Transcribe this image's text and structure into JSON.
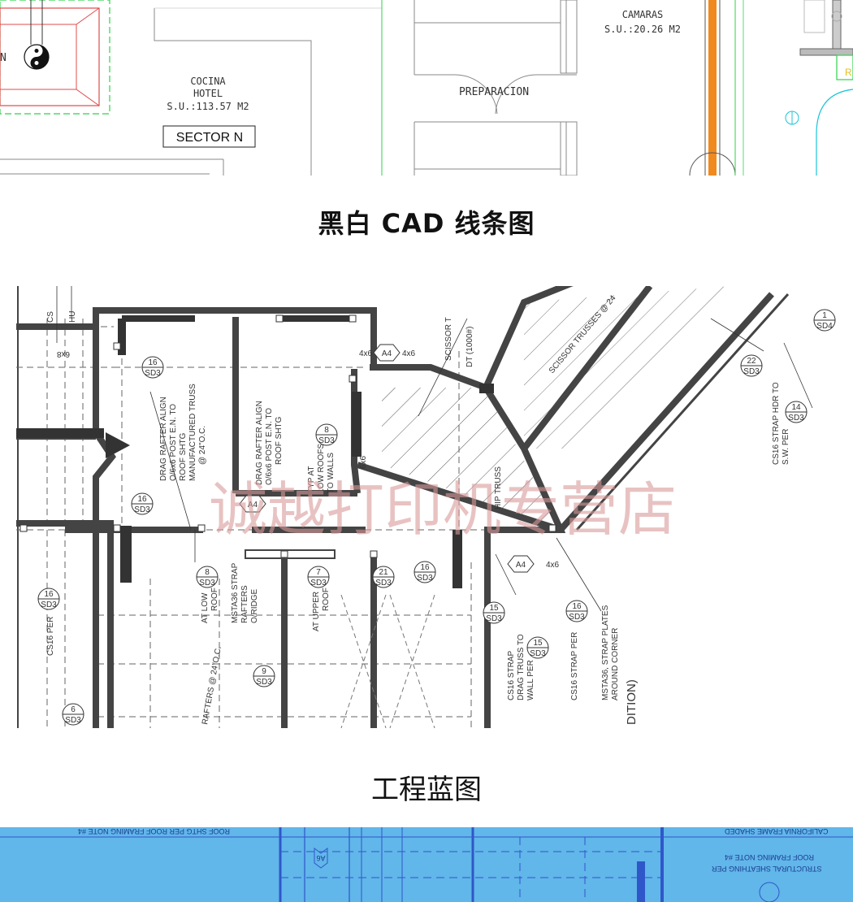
{
  "cad_drawing": {
    "rooms": [
      {
        "name": "COCINA",
        "sub": "HOTEL",
        "area": "S.U.:113.57  M2"
      },
      {
        "name": "CAMARAS",
        "area": "S.U.:20.26  M2"
      },
      {
        "name": "PREPARACION"
      }
    ],
    "sector_label": "SECTOR N",
    "edge_letter": "N",
    "edge_letter_right": "R"
  },
  "caption_cad": "黑白 CAD 线条图",
  "engineering": {
    "watermark": "诚越打印机专营店",
    "labels": {
      "cs": "CS",
      "hu": "HU",
      "size_6x8": "6x8",
      "size_6x6": "6x6",
      "size_4x6": "4x6",
      "size_4x6b": "4x6",
      "size_4x6c": "4x6",
      "a4": "A4",
      "scissor": "SCISSOR T",
      "dt": "DT (1000#)",
      "scissor_trusses": "SCISSOR TRUSSES @ 24",
      "hip_truss": "HIP TRUSS",
      "d1a": "DRAG RAFTER ALIGN",
      "d1b": "O/6x6 POST E.N. TO",
      "d1c": "ROOF SHTG",
      "d1d": "MANUFACTURED TRUSS",
      "d1e": "@ 24\"O.C.",
      "d2a": "DRAG RAFTER ALIGN",
      "d2b": "O/6x6 POST E.N. TO",
      "d2c": "ROOF SHTG",
      "typ_a": "TYP AT",
      "typ_b": "LOW ROOFS",
      "typ_c": "TO WALLS",
      "hdr_a": "CS16 STRAP HDR TO",
      "hdr_b": "S.W. PER",
      "cs16per": "CS16 PER",
      "low_a": "AT LOW",
      "low_b": "ROOF",
      "msta_a": "MSTA36 STRAP",
      "msta_b": "RAFTERS",
      "msta_c": "O/RIDGE",
      "upper_a": "AT UPPER",
      "upper_b": "ROOF",
      "rafters": "RAFTERS @ 24\"O.C.",
      "cs16d_a": "CS16 STRAP",
      "cs16d_b": "DRAG TRUSS TO",
      "cs16d_c": "WALL PER",
      "cs16s": "CS16 STRAP PER",
      "msta2_a": "MSTA36, STRAP PLATES",
      "msta2_b": "AROUND CORNER",
      "dition": "DITION)"
    },
    "callouts": [
      {
        "n": "16",
        "s": "SD3"
      },
      {
        "n": "8",
        "s": "SD3"
      },
      {
        "n": "22",
        "s": "SD3"
      },
      {
        "n": "1",
        "s": "SD4"
      },
      {
        "n": "14",
        "s": "SD3"
      },
      {
        "n": "16",
        "s": "SD3"
      },
      {
        "n": "16",
        "s": "SD3"
      },
      {
        "n": "8",
        "s": "SD3"
      },
      {
        "n": "7",
        "s": "SD3"
      },
      {
        "n": "21",
        "s": "SD3"
      },
      {
        "n": "16",
        "s": "SD3"
      },
      {
        "n": "15",
        "s": "SD3"
      },
      {
        "n": "16",
        "s": "SD3"
      },
      {
        "n": "15",
        "s": "SD3"
      },
      {
        "n": "9",
        "s": "SD3"
      },
      {
        "n": "6",
        "s": "SD3"
      }
    ]
  },
  "caption_eng": "工程蓝图",
  "blueprint": {
    "left_note": "ROOF SHTG PER ROOF FRAMING NOTE #4",
    "right_note_1": "CALIFORNIA FRAME SHADED",
    "right_note_2": "ROOF FRAMING NOTE #4",
    "right_note_3": "STRUCTURAL SHEATHING PER",
    "tag": "A6"
  }
}
